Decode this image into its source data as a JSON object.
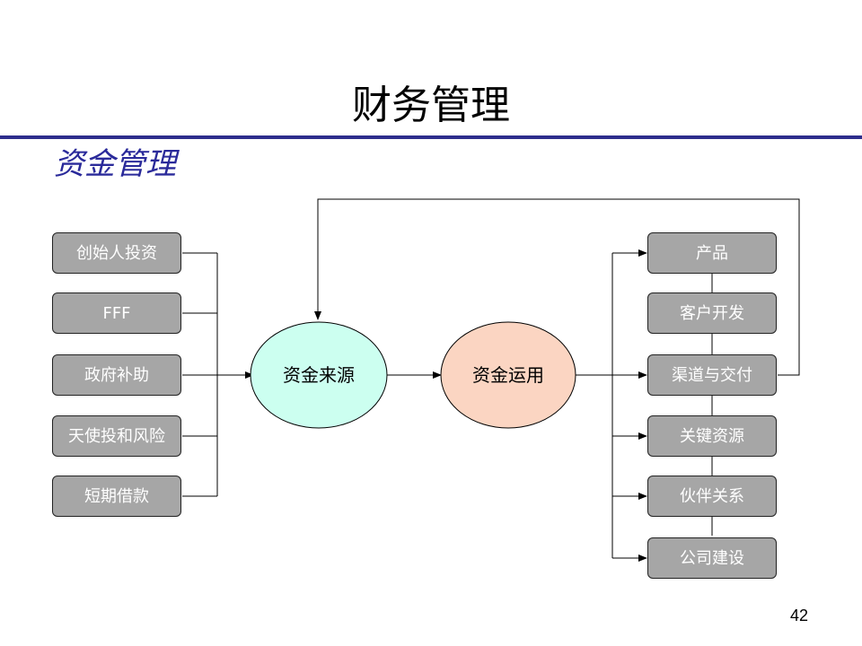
{
  "slide": {
    "title": "财务管理",
    "subtitle": "资金管理",
    "page_number": "42"
  },
  "diagram": {
    "sources": [
      "创始人投资",
      "FFF",
      "政府补助",
      "天使投和风险",
      "短期借款"
    ],
    "source_hub": "资金来源",
    "use_hub": "资金运用",
    "uses": [
      "产品",
      "客户开发",
      "渠道与交付",
      "关键资源",
      "伙伴关系",
      "公司建设"
    ]
  },
  "colors": {
    "title_rule": "#2e2e8c",
    "subtitle": "#2a2a9a",
    "box_fill": "#a6a6a6",
    "source_hub_fill": "#ccfff0",
    "use_hub_fill": "#fbd5c2"
  }
}
